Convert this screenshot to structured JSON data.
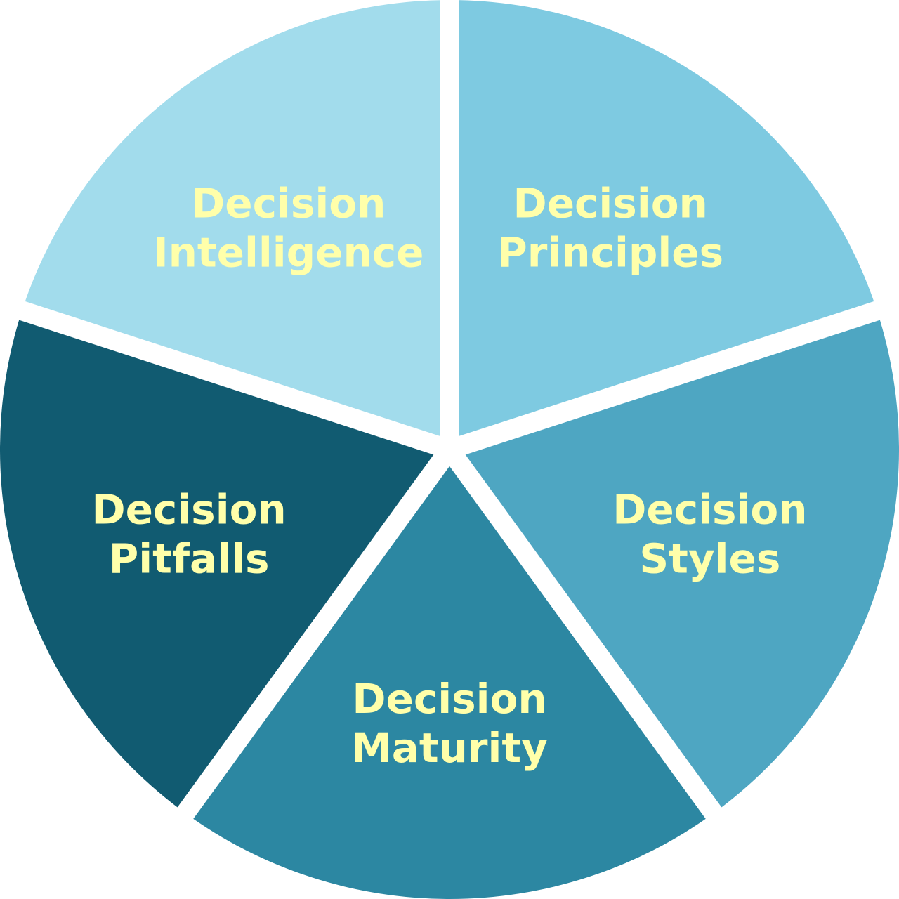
{
  "diagram": {
    "type": "segmented-circle",
    "text_color": "#FFFFAA",
    "gap_color": "#FFFFFF",
    "segments": [
      {
        "line1": "Decision",
        "line2": "Principles",
        "color": "#7ECAE1"
      },
      {
        "line1": "Decision",
        "line2": "Styles",
        "color": "#4EA6C2"
      },
      {
        "line1": "Decision",
        "line2": "Maturity",
        "color": "#2C87A2"
      },
      {
        "line1": "Decision",
        "line2": "Pitfalls",
        "color": "#115B71"
      },
      {
        "line1": "Decision",
        "line2": "Intelligence",
        "color": "#A2DCEC"
      }
    ]
  }
}
